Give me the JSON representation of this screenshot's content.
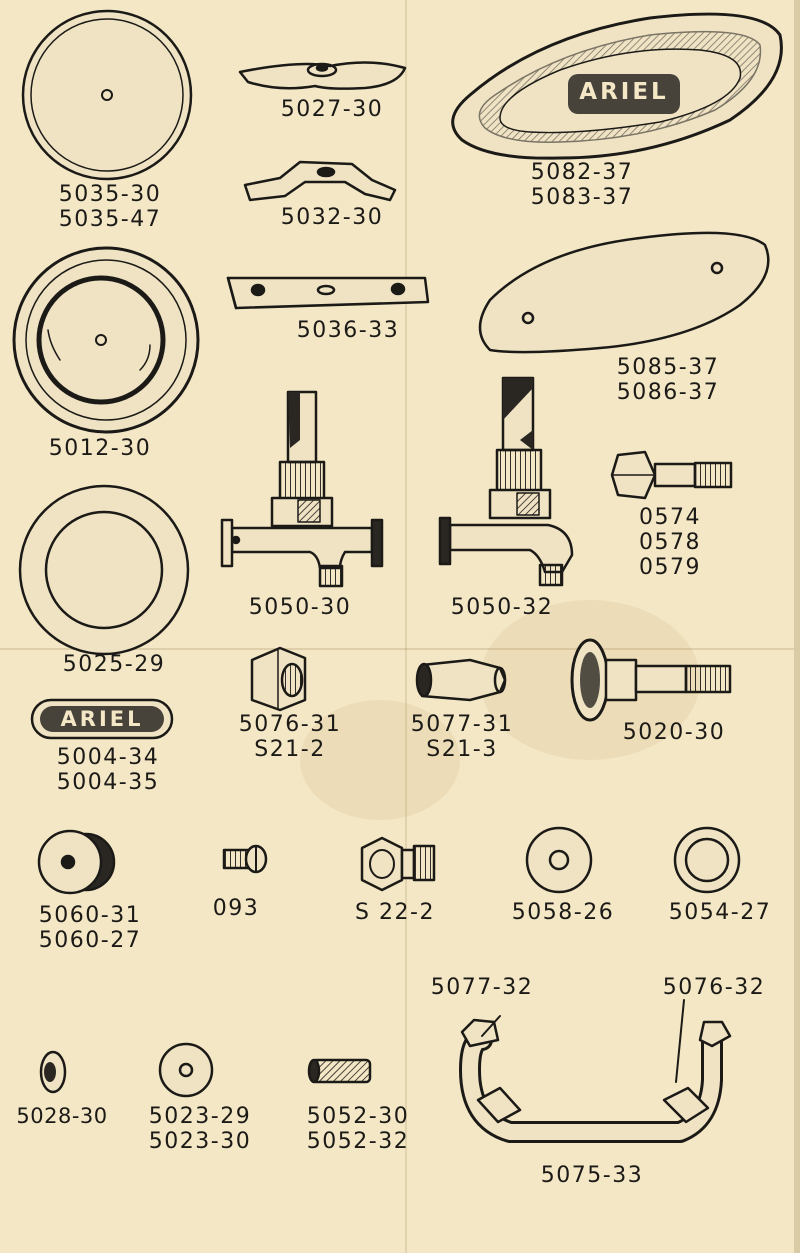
{
  "brand": {
    "tank_badge": "ARIEL",
    "small_badge": "ARIEL"
  },
  "parts": {
    "p5035": [
      "5035-30",
      "5035-47"
    ],
    "p5027": "5027-30",
    "p5032": "5032-30",
    "p5082": [
      "5082-37",
      "5083-37"
    ],
    "p5036": "5036-33",
    "p5012": "5012-30",
    "p5085": [
      "5085-37",
      "5086-37"
    ],
    "p0574": [
      "0574",
      "0578",
      "0579"
    ],
    "p5050a": "5050-30",
    "p5050b": "5050-32",
    "p5025": "5025-29",
    "p5076": [
      "5076-31",
      "S21-2"
    ],
    "p5077": [
      "5077-31",
      "S21-3"
    ],
    "p5020": "5020-30",
    "p5004": [
      "5004-34",
      "5004-35"
    ],
    "p5060": [
      "5060-31",
      "5060-27"
    ],
    "p093": "093",
    "pS22": "S 22-2",
    "p5058": "5058-26",
    "p5054": "5054-27",
    "p5077_32": "5077-32",
    "p5076_32": "5076-32",
    "p5028": "5028-30",
    "p5023": [
      "5023-29",
      "5023-30"
    ],
    "p5052": [
      "5052-30",
      "5052-32"
    ],
    "p5075": "5075-33"
  },
  "colors": {
    "paper": "#f3e7c6",
    "ink": "#1c1a17",
    "metal": "#e9dcc0"
  }
}
